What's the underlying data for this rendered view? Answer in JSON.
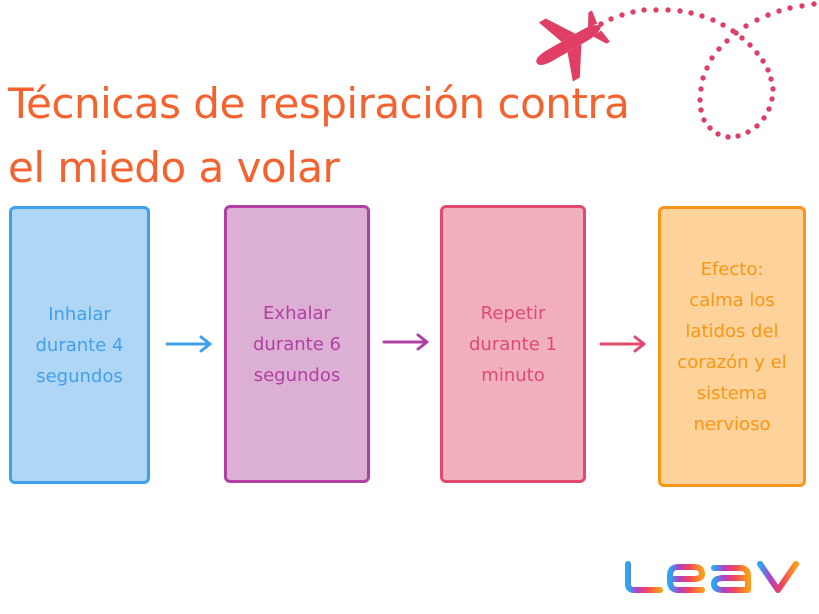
{
  "title": {
    "line1": "Técnicas de respiración contra",
    "line2": "el miedo a volar",
    "color": "#f4622f"
  },
  "steps": [
    {
      "text": "Inhalar durante 4 segundos",
      "border": "#41a0ea",
      "fill": "#b0d6f6",
      "textColor": "#41a0ea"
    },
    {
      "text": "Exhalar durante 6 segundos",
      "border": "#b23fa4",
      "fill": "#dcafd4",
      "textColor": "#b23fa4"
    },
    {
      "text": "Repetir durante 1 minuto",
      "border": "#df4a6e",
      "fill": "#f2b0bf",
      "textColor": "#df4a6e"
    },
    {
      "text": "Efecto: calma los latidos del corazón y el sistema nervioso",
      "border": "#fb9614",
      "fill": "#fdd29b",
      "textColor": "#fb9614"
    }
  ],
  "arrows": [
    {
      "color": "#41a0ea"
    },
    {
      "color": "#b23fa4"
    },
    {
      "color": "#df4a6e"
    }
  ],
  "decoration": {
    "icon": "airplane-icon",
    "color": "#e03e64"
  },
  "logo": {
    "text": "LEAV"
  }
}
